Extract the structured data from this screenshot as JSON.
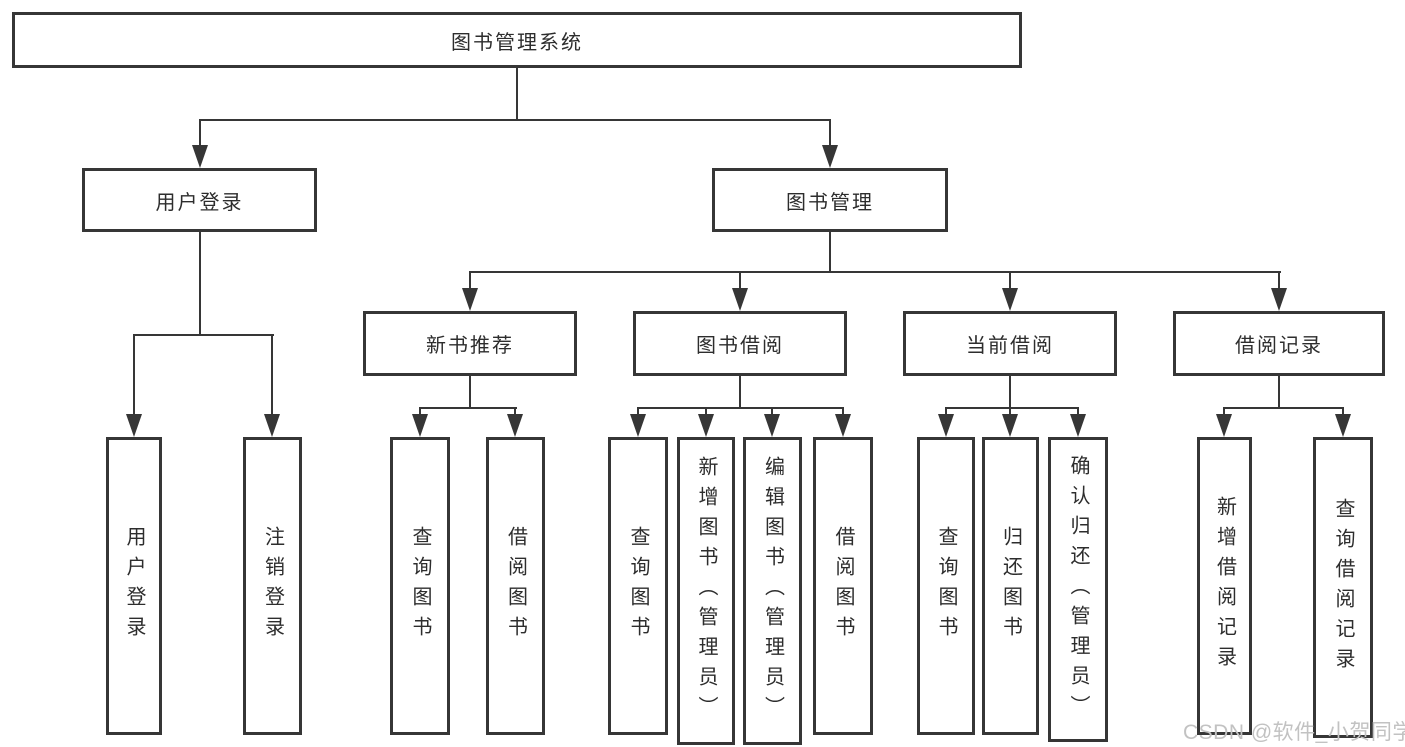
{
  "title": {
    "label": "图书管理系统"
  },
  "branches": [
    {
      "label": "用户登录",
      "children": [
        {
          "label": "用户登录"
        },
        {
          "label": "注销登录"
        }
      ]
    },
    {
      "label": "图书管理",
      "groups": [
        {
          "label": "新书推荐",
          "children": [
            {
              "label": "查询图书"
            },
            {
              "label": "借阅图书"
            }
          ]
        },
        {
          "label": "图书借阅",
          "children": [
            {
              "label": "查询图书"
            },
            {
              "label": "新增图书（管理员）"
            },
            {
              "label": "编辑图书（管理员）"
            },
            {
              "label": "借阅图书"
            }
          ]
        },
        {
          "label": "当前借阅",
          "children": [
            {
              "label": "查询图书"
            },
            {
              "label": "归还图书"
            },
            {
              "label": "确认归还（管理员）"
            }
          ]
        },
        {
          "label": "借阅记录",
          "children": [
            {
              "label": "新增借阅记录"
            },
            {
              "label": "查询借阅记录"
            }
          ]
        }
      ]
    }
  ],
  "watermark": {
    "text": "CSDN @软件_小贺同学"
  },
  "colors": {
    "line": "#363636",
    "text": "#2d2d2d",
    "watermark": "#c2c2c2",
    "background": "#ffffff"
  }
}
